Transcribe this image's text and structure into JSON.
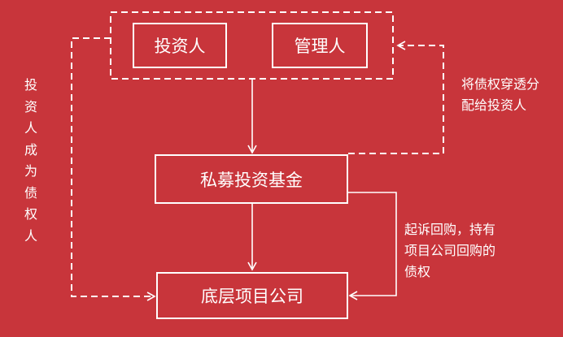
{
  "nodes": {
    "investor": "投资人",
    "manager": "管理人",
    "fund": "私募投资基金",
    "company": "底层项目公司"
  },
  "annotations": {
    "left": "投资人成为债权人",
    "right_top": [
      "将债权穿透分",
      "配给投资人"
    ],
    "right_bottom": [
      "起诉回购，持有",
      "项目公司回购的",
      "债权"
    ]
  },
  "colors": {
    "background": "#c8353b",
    "foreground": "#ffffff"
  }
}
